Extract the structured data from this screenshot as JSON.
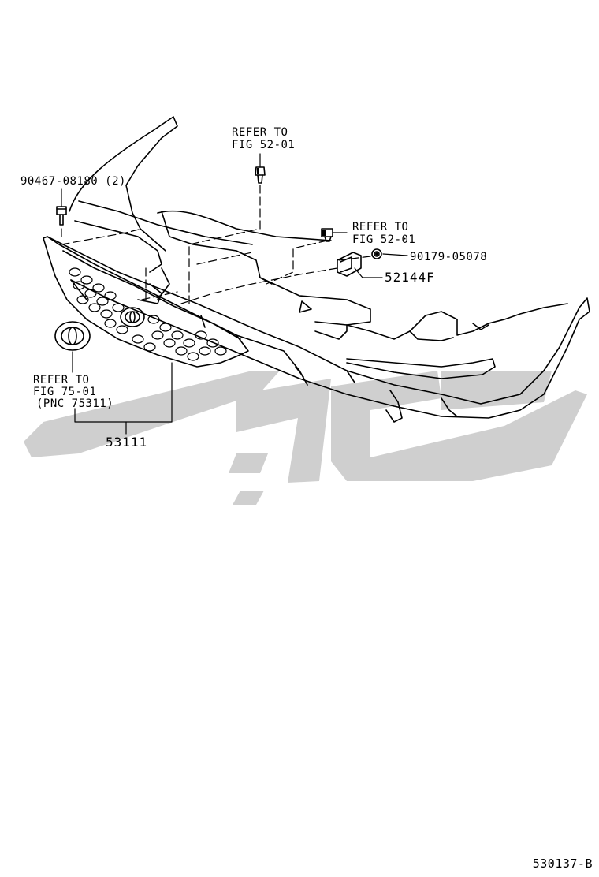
{
  "labels": {
    "refer_top_line1": "REFER TO",
    "refer_top_line2": "FIG 52-01",
    "bolt_part": "90467-08180 (2)",
    "refer_right_line1": "REFER TO",
    "refer_right_line2": "FIG 52-01",
    "nut_part": "90179-05078",
    "bracket_part": "52144F",
    "refer_left_line1": "REFER TO",
    "refer_left_line2": "FIG 75-01",
    "refer_left_line3": "(PNC 75311)",
    "grille_part": "53111"
  },
  "document_id": "530137-B",
  "watermark": {
    "description": "stylized grey logo watermark",
    "color": "#d0d0d0"
  },
  "colors": {
    "line": "#000000",
    "background": "#ffffff",
    "watermark": "#cfcfcf"
  }
}
